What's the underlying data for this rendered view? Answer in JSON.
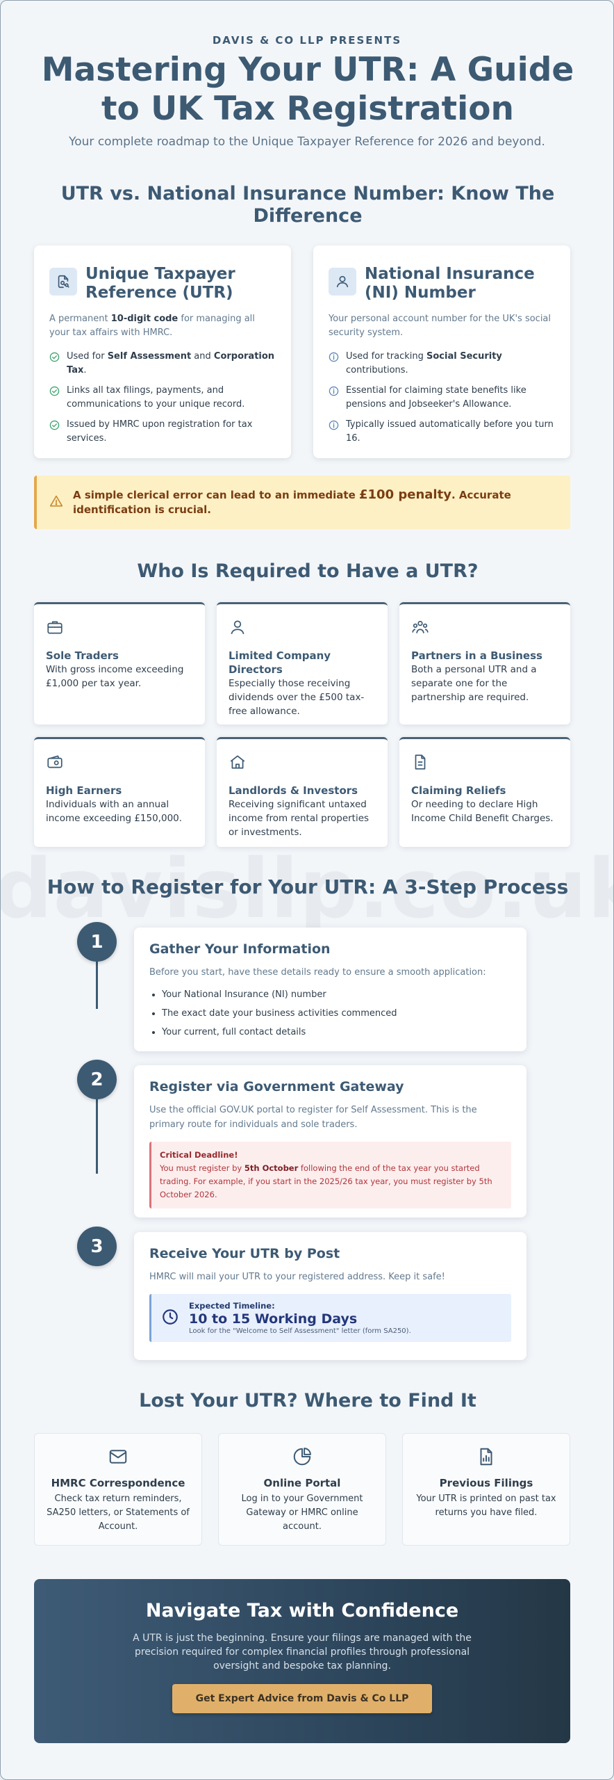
{
  "header": {
    "eyebrow": "DAVIS & CO LLP PRESENTS",
    "title": "Mastering Your UTR: A Guide to UK Tax Registration",
    "subtitle": "Your complete roadmap to the Unique Taxpayer Reference for 2026 and beyond."
  },
  "comparison": {
    "title": "UTR vs. National Insurance Number: Know The Difference",
    "utr": {
      "title": "Unique Taxpayer Reference (UTR)",
      "desc_pre": "A permanent ",
      "desc_bold": "10-digit code",
      "desc_post": " for managing all your tax affairs with HMRC.",
      "items": [
        {
          "pre": "Used for ",
          "b1": "Self Assessment",
          "mid": " and ",
          "b2": "Corporation Tax",
          "post": "."
        },
        {
          "pre": "Links all tax filings, payments, and communications to your unique record.",
          "b1": "",
          "mid": "",
          "b2": "",
          "post": ""
        },
        {
          "pre": "Issued by HMRC upon registration for tax services.",
          "b1": "",
          "mid": "",
          "b2": "",
          "post": ""
        }
      ]
    },
    "ni": {
      "title": "National Insurance (NI) Number",
      "desc": "Your personal account number for the UK's social security system.",
      "items": [
        {
          "pre": "Used for tracking ",
          "b1": "Social Security",
          "post": " contributions."
        },
        {
          "pre": "Essential for claiming state benefits like pensions and Jobseeker's Allowance.",
          "b1": "",
          "post": ""
        },
        {
          "pre": "Typically issued automatically before you turn 16.",
          "b1": "",
          "post": ""
        }
      ]
    }
  },
  "alert": {
    "pre": "A simple clerical error can lead to an immediate ",
    "big": "£100 penalty",
    "post": ". Accurate identification is crucial."
  },
  "who": {
    "title": "Who Is Required to Have a UTR?",
    "cards": [
      {
        "icon": "briefcase-icon",
        "title": "Sole Traders",
        "desc": "With gross income exceeding £1,000 per tax year."
      },
      {
        "icon": "person-icon",
        "title": "Limited Company Directors",
        "desc": "Especially those receiving dividends over the £500 tax-free allowance."
      },
      {
        "icon": "group-icon",
        "title": "Partners in a Business",
        "desc": "Both a personal UTR and a separate one for the partnership are required."
      },
      {
        "icon": "wallet-icon",
        "title": "High Earners",
        "desc": "Individuals with an annual income exceeding £150,000."
      },
      {
        "icon": "house-icon",
        "title": "Landlords & Investors",
        "desc": "Receiving significant untaxed income from rental properties or investments."
      },
      {
        "icon": "document-icon",
        "title": "Claiming Reliefs",
        "desc": "Or needing to declare High Income Child Benefit Charges."
      }
    ]
  },
  "watermark": "davisllp.co.uk",
  "steps": {
    "title": "How to Register for Your UTR: A 3-Step Process",
    "s1": {
      "num": "1",
      "title": "Gather Your Information",
      "desc": "Before you start, have these details ready to ensure a smooth application:",
      "items": [
        "Your National Insurance (NI) number",
        "The exact date your business activities commenced",
        "Your current, full contact details"
      ]
    },
    "s2": {
      "num": "2",
      "title": "Register via Government Gateway",
      "desc": "Use the official GOV.UK portal to register for Self Assessment. This is the primary route for individuals and sole traders.",
      "deadline_title": "Critical Deadline!",
      "deadline_pre": "You must register by ",
      "deadline_bold": "5th October",
      "deadline_post": " following the end of the tax year you started trading. For example, if you start in the 2025/26 tax year, you must register by 5th October 2026."
    },
    "s3": {
      "num": "3",
      "title": "Receive Your UTR by Post",
      "desc": "HMRC will mail your UTR to your registered address. Keep it safe!",
      "timeline_label": "Expected Timeline:",
      "timeline_value": "10 to 15 Working Days",
      "timeline_note": "Look for the \"Welcome to Self Assessment\" letter (form SA250)."
    }
  },
  "lost": {
    "title": "Lost Your UTR? Where to Find It",
    "cards": [
      {
        "icon": "envelope-icon",
        "title": "HMRC Correspondence",
        "desc": "Check tax return reminders, SA250 letters, or Statements of Account."
      },
      {
        "icon": "pie-chart-icon",
        "title": "Online Portal",
        "desc": "Log in to your Government Gateway or HMRC online account."
      },
      {
        "icon": "file-chart-icon",
        "title": "Previous Filings",
        "desc": "Your UTR is printed on past tax returns you have filed."
      }
    ]
  },
  "cta": {
    "title": "Navigate Tax with Confidence",
    "desc": "A UTR is just the beginning. Ensure your filings are managed with the precision required for complex financial profiles through professional oversight and bespoke tax planning.",
    "button": "Get Expert Advice from Davis & Co LLP"
  },
  "colors": {
    "primary": "#3d5a73",
    "accent": "#e0b06a",
    "check": "#3aa36b",
    "info": "#5b86b8",
    "alert_bg": "#fdf0c4",
    "danger": "#b0353a"
  }
}
